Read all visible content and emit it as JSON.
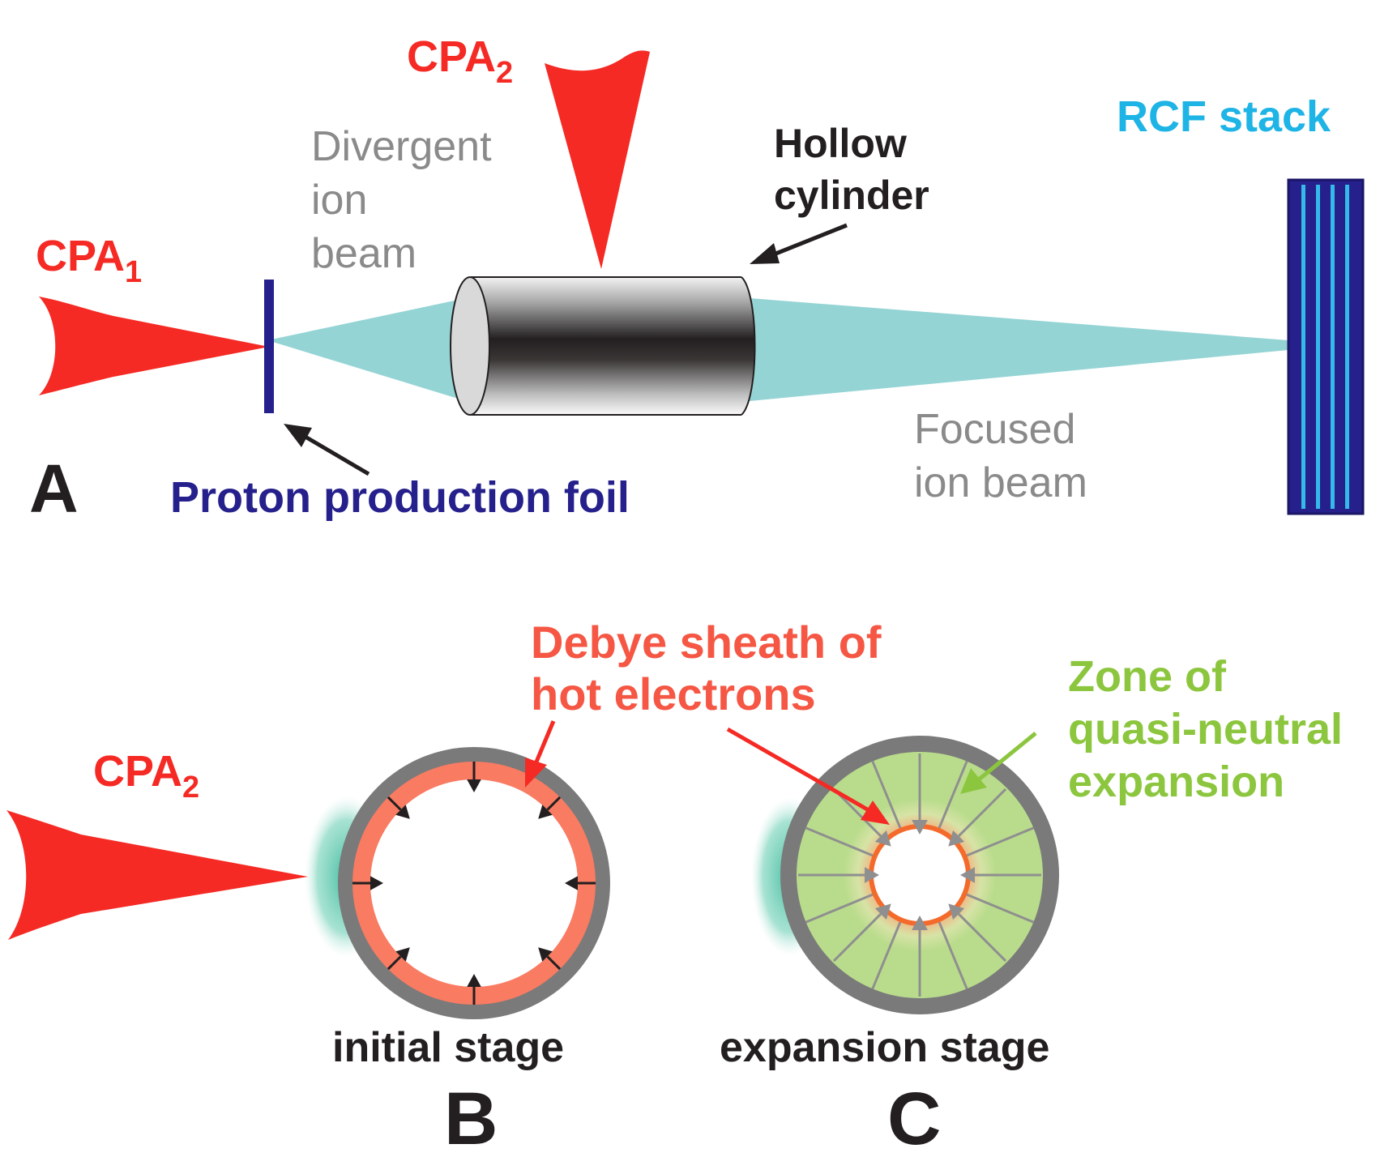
{
  "panel_a": {
    "letter": "A",
    "cpa1": {
      "text": "CPA",
      "sub": "1"
    },
    "cpa2": {
      "text": "CPA",
      "sub": "2"
    },
    "divergent": [
      "Divergent",
      "ion",
      "beam"
    ],
    "hollow": [
      "Hollow",
      "cylinder"
    ],
    "rcf": "RCF stack",
    "focused": [
      "Focused",
      "ion beam"
    ],
    "foil": "Proton production foil"
  },
  "panel_b": {
    "letter": "B",
    "cpa2": {
      "text": "CPA",
      "sub": "2"
    },
    "stage": "initial stage"
  },
  "panel_c": {
    "letter": "C",
    "stage": "expansion stage"
  },
  "annotations": {
    "debye": [
      "Debye sheath of",
      "hot electrons"
    ],
    "zone": [
      "Zone of",
      "quasi-neutral",
      "expansion"
    ]
  },
  "colors": {
    "laser": "#f52a24",
    "beam": "#95d4d5",
    "foil": "#26208c",
    "gray_text": "#8a8a8a",
    "rcf_text": "#1eb4e6",
    "zone_text": "#8cc63e",
    "sheath": "#f97b62",
    "zone_fill": "#b9dc8c",
    "wall": "#7a7a7a",
    "dark": "#231f20"
  }
}
